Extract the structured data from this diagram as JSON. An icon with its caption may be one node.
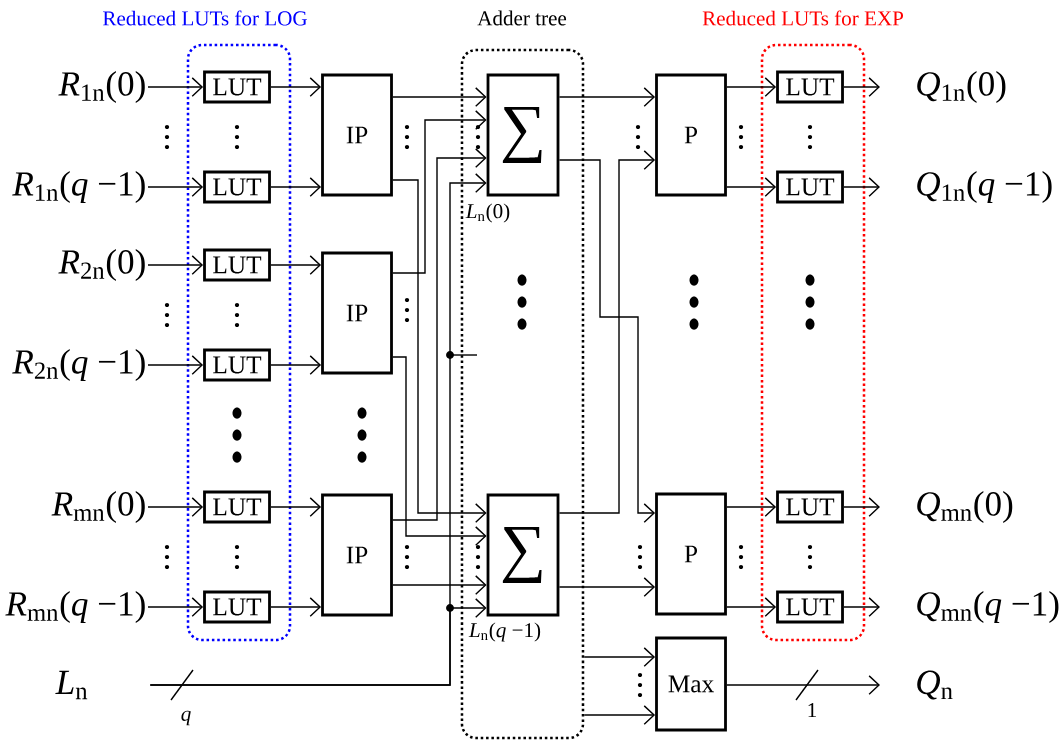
{
  "diagram": {
    "nodes": [
      {
        "text": [
          "Reduced LUTs for LOG"
        ]
      },
      {
        "text": [
          "LUT"
        ],
        "in": 0
      },
      {
        "text": [
          "LUT"
        ],
        "in": 0
      },
      {
        "text": [
          "LUT"
        ],
        "in": 0
      },
      {
        "text": [
          "LUT"
        ],
        "in": 0
      },
      {
        "text": [
          "LUT"
        ],
        "in": 0
      },
      {
        "text": [
          "LUT"
        ],
        "in": 0
      },
      {
        "text": [
          "IP"
        ]
      },
      {
        "text": [
          "IP"
        ]
      },
      {
        "text": [
          "IP"
        ]
      },
      {
        "text": [
          "Adder tree"
        ]
      },
      {
        "text": [
          "∑"
        ],
        "in": 10
      },
      {
        "text": [
          "∑"
        ],
        "in": 10
      },
      {
        "text": [
          "P"
        ]
      },
      {
        "text": [
          "P"
        ]
      },
      {
        "text": [
          "Max"
        ]
      },
      {
        "text": [
          "Reduced LUTs for EXP"
        ]
      },
      {
        "text": [
          "LUT"
        ],
        "in": 16
      },
      {
        "text": [
          "LUT"
        ],
        "in": 16
      },
      {
        "text": [
          "LUT"
        ],
        "in": 16
      },
      {
        "text": [
          "LUT"
        ],
        "in": 16
      },
      {
        "text": [
          "*R*$_{1n}$(0)"
        ]
      },
      {
        "text": [
          "*R*$_{1n}$(*q* −1)"
        ]
      },
      {
        "text": [
          "*R*$_{2n}$(0)"
        ]
      },
      {
        "text": [
          "*R*$_{2n}$(*q* −1)"
        ]
      },
      {
        "text": [
          "*R*$_{mn}$(0)"
        ]
      },
      {
        "text": [
          "*R*$_{mn}$(*q* −1)"
        ]
      },
      {
        "text": [
          "*L*$_{n}$"
        ]
      },
      {
        "text": [
          "*Q*$_{1n}$(0)"
        ]
      },
      {
        "text": [
          "*Q*$_{1n}$(*q* −1)"
        ]
      },
      {
        "text": [
          "*Q*$_{mn}$(0)"
        ]
      },
      {
        "text": [
          "*Q*$_{mn}$(*q* −1)"
        ]
      },
      {
        "text": [
          "*Q*$_{n}$"
        ]
      }
    ],
    "edges": [
      {
        "from": 21,
        "to": 1,
        "arrow": "to"
      },
      {
        "from": 22,
        "to": 2,
        "arrow": "to"
      },
      {
        "from": 23,
        "to": 3,
        "arrow": "to"
      },
      {
        "from": 24,
        "to": 4,
        "arrow": "to"
      },
      {
        "from": 25,
        "to": 5,
        "arrow": "to"
      },
      {
        "from": 26,
        "to": 6,
        "arrow": "to"
      },
      {
        "from": 1,
        "to": 7,
        "arrow": "to"
      },
      {
        "from": 2,
        "to": 7,
        "arrow": "to"
      },
      {
        "from": 3,
        "to": 8,
        "arrow": "to"
      },
      {
        "from": 4,
        "to": 8,
        "arrow": "to"
      },
      {
        "from": 5,
        "to": 9,
        "arrow": "to"
      },
      {
        "from": 6,
        "to": 9,
        "arrow": "to"
      },
      {
        "from": 7,
        "to": 11,
        "arrow": "to"
      },
      {
        "from": 8,
        "to": 11,
        "arrow": "to"
      },
      {
        "from": 9,
        "to": 11,
        "arrow": "to"
      },
      {
        "from": 7,
        "to": 12,
        "arrow": "to"
      },
      {
        "from": 8,
        "to": 12,
        "arrow": "to"
      },
      {
        "from": 9,
        "to": 12,
        "arrow": "to"
      },
      {
        "from": 27,
        "to": 11,
        "arrow": "to",
        "label": "*q*"
      },
      {
        "from": 27,
        "to": 12,
        "arrow": "to"
      },
      {
        "from": 11,
        "to": 13,
        "arrow": "to"
      },
      {
        "from": 11,
        "to": 14,
        "arrow": "to"
      },
      {
        "from": 12,
        "to": 13,
        "arrow": "to"
      },
      {
        "from": 12,
        "to": 14,
        "arrow": "to"
      },
      {
        "from": 10,
        "to": 15,
        "arrow": "to"
      },
      {
        "from": 10,
        "to": 15,
        "arrow": "to"
      },
      {
        "from": 13,
        "to": 17,
        "arrow": "to"
      },
      {
        "from": 13,
        "to": 18,
        "arrow": "to"
      },
      {
        "from": 14,
        "to": 19,
        "arrow": "to"
      },
      {
        "from": 14,
        "to": 20,
        "arrow": "to"
      },
      {
        "from": 17,
        "to": 28,
        "arrow": "to"
      },
      {
        "from": 18,
        "to": 29,
        "arrow": "to"
      },
      {
        "from": 19,
        "to": 30,
        "arrow": "to"
      },
      {
        "from": 20,
        "to": 31,
        "arrow": "to"
      },
      {
        "from": 15,
        "to": 32,
        "arrow": "to",
        "label": "1"
      }
    ],
    "labels": [
      "*L*$_{n}$(0)",
      "*L*$_{n}$(*q* −1)"
    ]
  }
}
